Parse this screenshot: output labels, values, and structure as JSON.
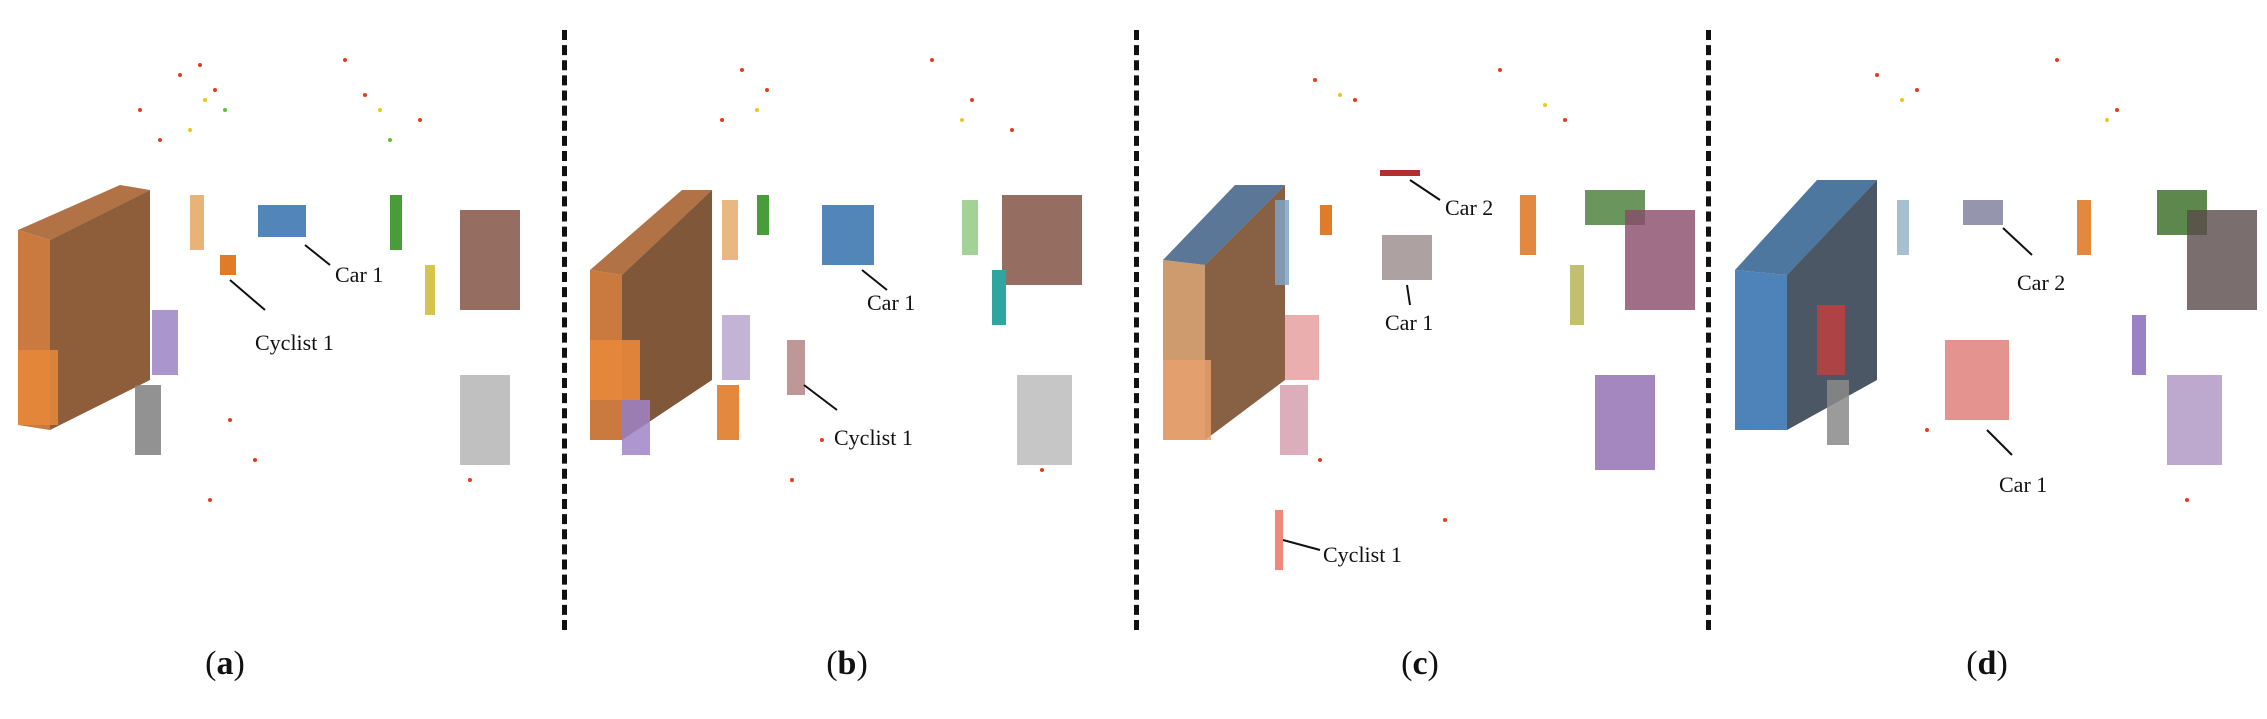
{
  "panels": [
    {
      "caption_letter": "a",
      "labels": [
        "Car 1",
        "Cyclist 1"
      ]
    },
    {
      "caption_letter": "b",
      "labels": [
        "Car 1",
        "Cyclist 1"
      ]
    },
    {
      "caption_letter": "c",
      "labels": [
        "Car 2",
        "Car 1",
        "Cyclist 1"
      ]
    },
    {
      "caption_letter": "d",
      "labels": [
        "Car 2",
        "Car 1"
      ]
    }
  ]
}
